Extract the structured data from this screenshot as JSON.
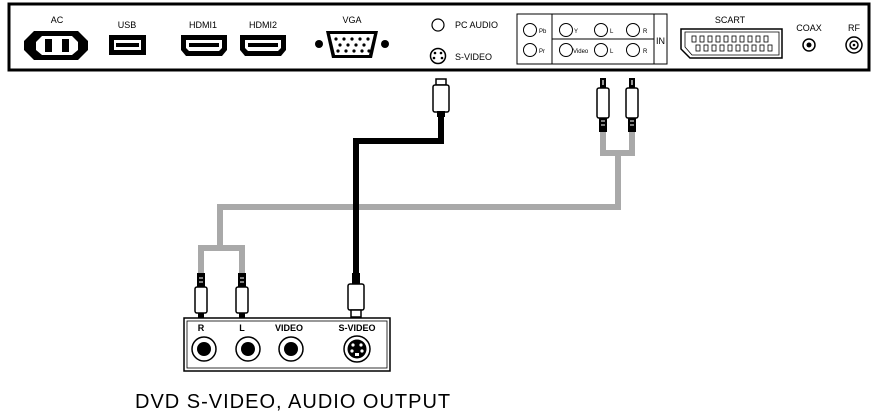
{
  "tv_panel": {
    "ac": "AC",
    "usb": "USB",
    "hdmi1": "HDMI1",
    "hdmi2": "HDMI2",
    "vga": "VGA",
    "pc_audio": "PC AUDIO",
    "s_video": "S-VIDEO",
    "component": {
      "pb": "Pb",
      "pr": "Pr",
      "y": "Y",
      "video": "Video",
      "l_top": "L",
      "l_bottom": "L",
      "r_top": "R",
      "r_bottom": "R",
      "in": "IN"
    },
    "scart": "SCART",
    "coax": "COAX",
    "rf": "RF"
  },
  "dvd_panel": {
    "r": "R",
    "l": "L",
    "video": "VIDEO",
    "s_video": "S-VIDEO"
  },
  "caption": "DVD  S-VIDEO,  AUDIO OUTPUT",
  "colors": {
    "svideo_cable": "#000000",
    "audio_cable": "#a9a9a9"
  }
}
